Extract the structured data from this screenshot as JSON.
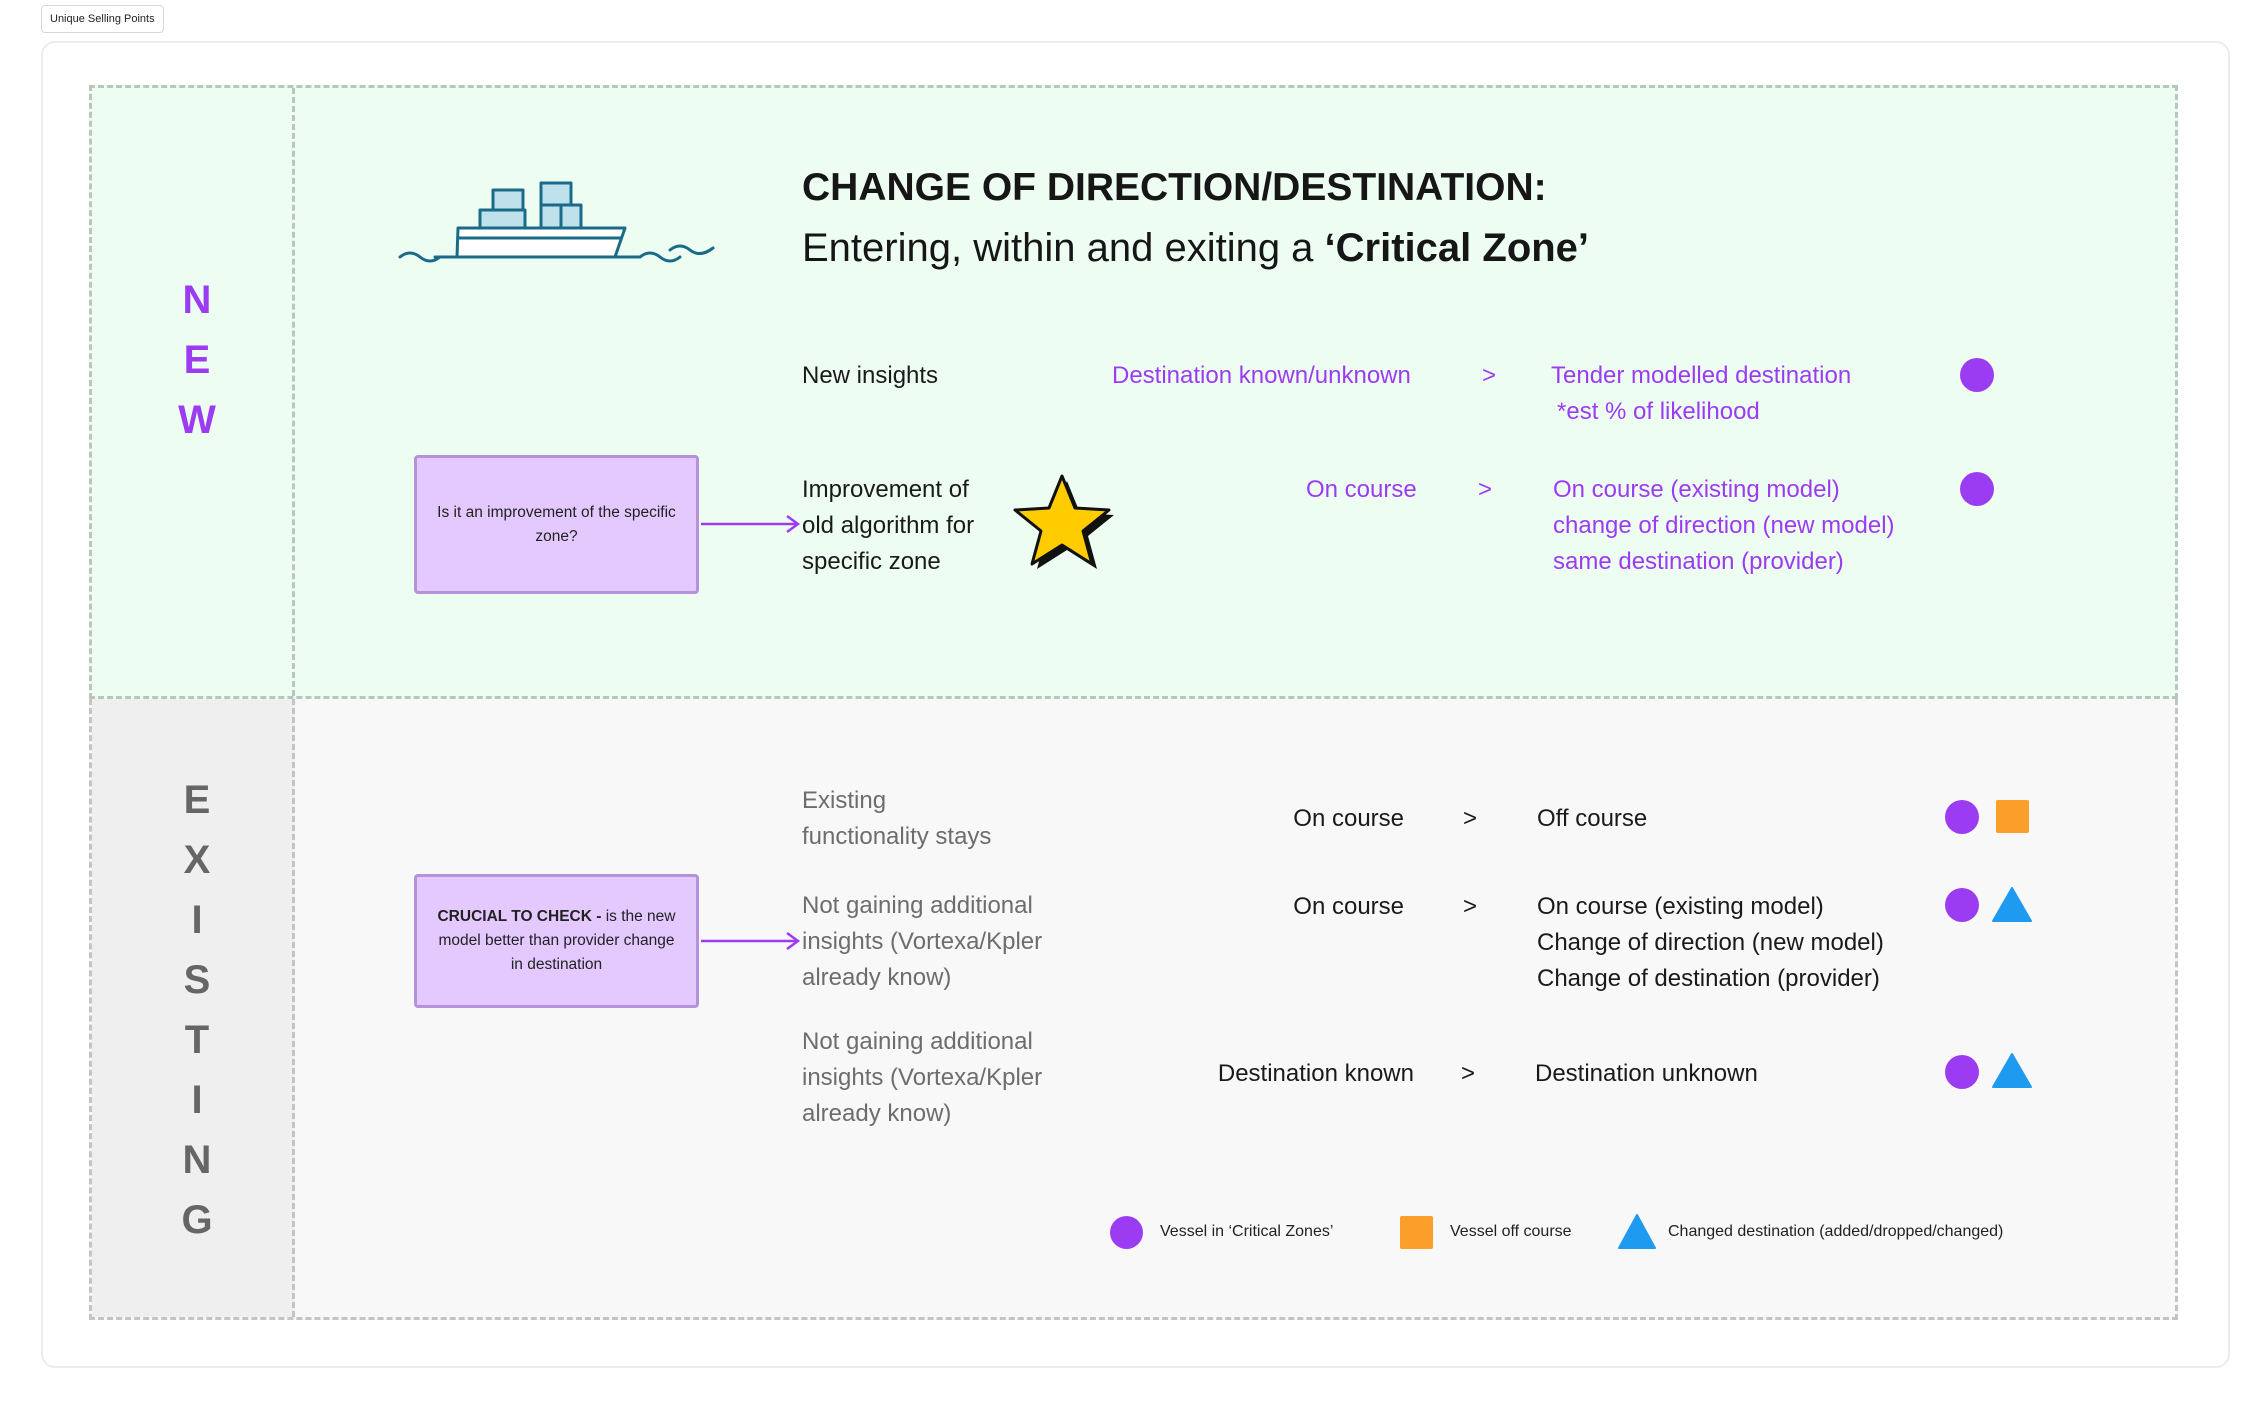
{
  "frame_tag": "Unique Selling Points",
  "colors": {
    "purple": "#9b3cf2",
    "orange": "#fb9f2a",
    "blue": "#1e9bf0",
    "new_zone_bg": "#eefdf1",
    "existing_zone_bg": "#f8f8f8",
    "note_bg": "#e3c9ff",
    "star": "#ffcc00"
  },
  "header": {
    "title_line1": "CHANGE OF DIRECTION/DESTINATION:",
    "title_line2_prefix": "Entering, within and exiting a ",
    "title_line2_bold": "‘Critical Zone’",
    "ship_icon": "cargo-ship-icon"
  },
  "new_section": {
    "label": [
      "N",
      "E",
      "W"
    ],
    "note": "Is it an improvement of the specific zone?",
    "rows": [
      {
        "description": "New insights",
        "from": "Destination known/unknown",
        "arrow": ">",
        "to": "Tender modelled destination",
        "to_line2": "*est % of likelihood"
      },
      {
        "description_lines": [
          "Improvement of",
          "old algorithm for",
          "specific zone"
        ],
        "from": "On course",
        "arrow": ">",
        "to_lines": [
          "On course (existing model)",
          "change of direction (new model)",
          "same destination (provider)"
        ],
        "badge_icon": "star-icon"
      }
    ]
  },
  "existing_section": {
    "label": [
      "E",
      "X",
      "I",
      "S",
      "T",
      "I",
      "N",
      "G"
    ],
    "note_bold": "CRUCIAL TO CHECK - ",
    "note_rest": "is the new model better than provider change in destination",
    "rows": [
      {
        "description_lines": [
          "Existing",
          "functionality stays"
        ],
        "from": "On course",
        "arrow": ">",
        "to_lines": [
          "Off course"
        ]
      },
      {
        "description_lines": [
          "Not gaining additional",
          "insights (Vortexa/Kpler",
          "already know)"
        ],
        "from": "On course",
        "arrow": ">",
        "to_lines": [
          "On course (existing model)",
          "Change of direction (new model)",
          "Change of destination (provider)"
        ]
      },
      {
        "description_lines": [
          "Not gaining additional",
          "insights (Vortexa/Kpler",
          "already know)"
        ],
        "from": "Destination known",
        "arrow": ">",
        "to_lines": [
          "Destination unknown"
        ]
      }
    ]
  },
  "legend": [
    {
      "shape": "circle",
      "label": "Vessel in ‘Critical Zones’"
    },
    {
      "shape": "square",
      "label": "Vessel off course"
    },
    {
      "shape": "triangle",
      "label": "Changed destination (added/dropped/changed)"
    }
  ]
}
